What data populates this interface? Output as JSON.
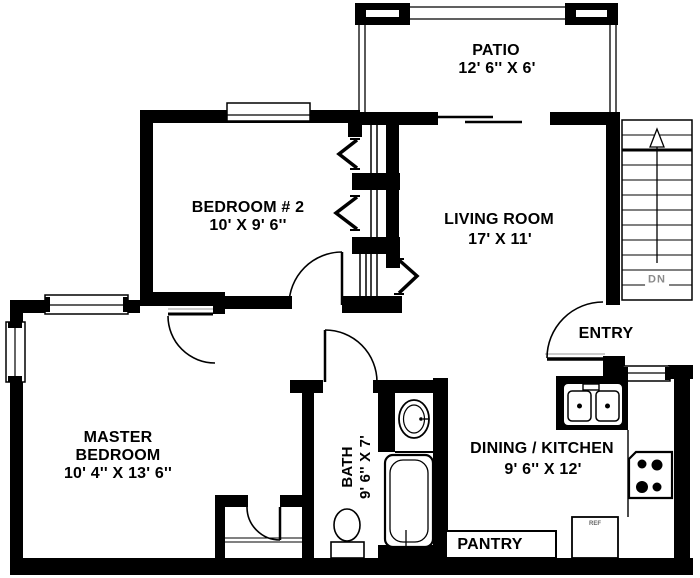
{
  "rooms": {
    "patio": {
      "name": "PATIO",
      "dims": "12' 6'' X 6'"
    },
    "bedroom2": {
      "name": "BEDROOM # 2",
      "dims": "10' X 9' 6''"
    },
    "living": {
      "name": "LIVING ROOM",
      "dims": "17' X 11'"
    },
    "master": {
      "name_line1": "MASTER",
      "name_line2": "BEDROOM",
      "dims": "10' 4'' X 13' 6''"
    },
    "bath": {
      "name": "BATH",
      "dims": "9' 6'' X 7'"
    },
    "dining": {
      "name": "DINING / KITCHEN",
      "dims": "9' 6'' X 12'"
    },
    "pantry": {
      "name": "PANTRY"
    },
    "entry": {
      "name": "ENTRY"
    }
  },
  "stairs": {
    "down_label": "DN"
  },
  "appliances": {
    "refrigerator_label": "REF"
  },
  "colors": {
    "wall": "#000000",
    "background": "#ffffff",
    "stair_label": "#8a8a8a"
  }
}
